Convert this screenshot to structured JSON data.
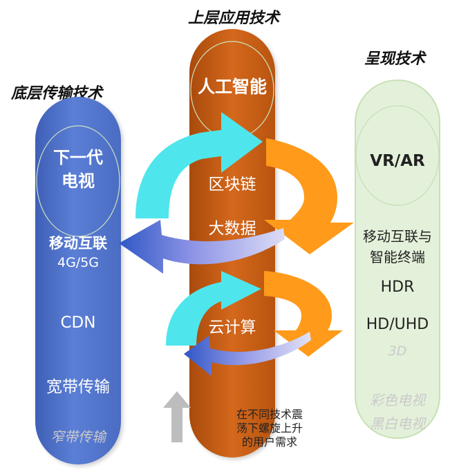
{
  "titles": {
    "bottom_layer": "底层传输技术",
    "upper_layer": "上层应用技术",
    "presentation": "呈现技术"
  },
  "left_column": {
    "items": [
      "下一代",
      "电视",
      "移动互联",
      "4G/5G",
      "CDN",
      "宽带传输"
    ],
    "faded": "窄带传输"
  },
  "middle_column": {
    "items": [
      "人工智能",
      "区块链",
      "大数据",
      "云计算"
    ]
  },
  "right_column": {
    "items": [
      "VR/AR",
      "移动互联与",
      "智能终端",
      "HDR",
      "HD/UHD"
    ],
    "faded": [
      "3D",
      "彩色电视",
      "黑白电视"
    ]
  },
  "note": {
    "lines": [
      "在不同技术震",
      "荡下螺旋上升",
      "的用户需求"
    ]
  },
  "colors": {
    "blue": "#4a6cc2",
    "orange": "#c25a12",
    "green_bg": "#e4f1da",
    "cyan_arrow": "#4ee6ec",
    "orange_arrow": "#ff9a1a",
    "purple_arrow": "#a6a8f0",
    "grey_arrow": "#bdbdbd"
  }
}
